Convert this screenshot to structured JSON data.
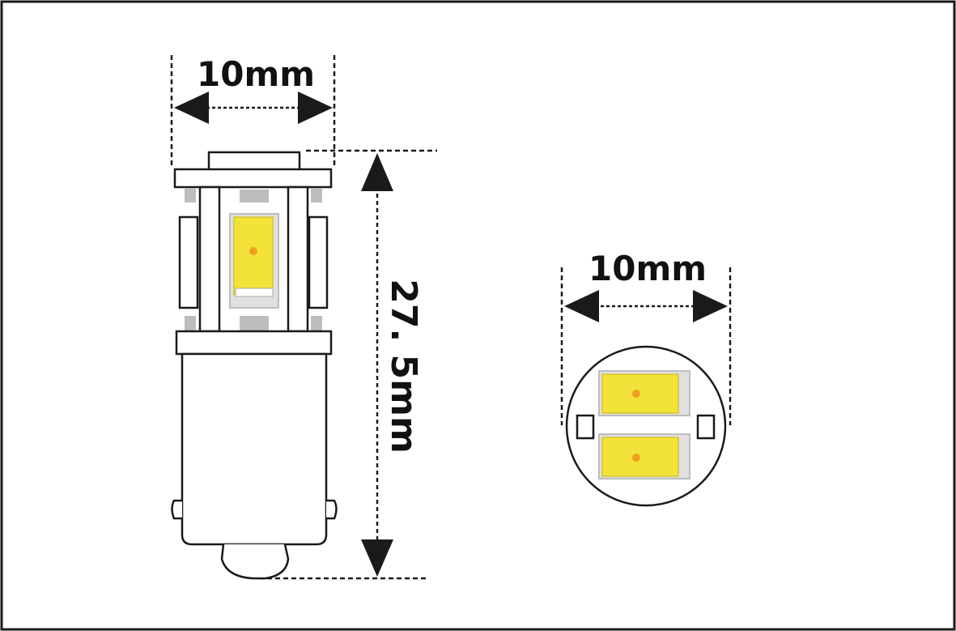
{
  "side_view": {
    "width_label": "10mm",
    "height_label": "27. 5mm"
  },
  "top_view": {
    "width_label": "10mm"
  },
  "colors": {
    "outline": "#1a1a1a",
    "led_yellow": "#f2e23a",
    "led_center": "#f0a020",
    "led_frame": "#e0e0e0",
    "pad_grey": "#bdbdbd"
  }
}
